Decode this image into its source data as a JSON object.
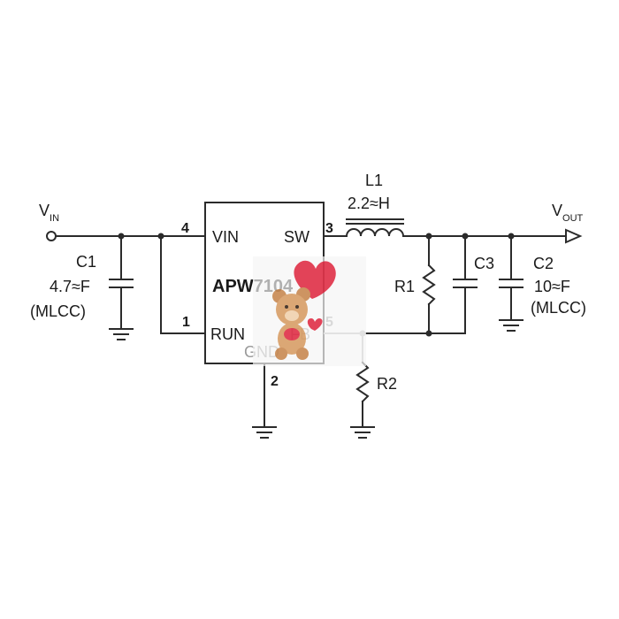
{
  "ic": {
    "part": "APW7104",
    "pins": {
      "vin": "VIN",
      "sw": "SW",
      "run": "RUN",
      "fb": "FB",
      "gnd": "GND"
    },
    "pin_numbers": {
      "vin": "4",
      "sw": "3",
      "run": "1",
      "fb": "5",
      "gnd": "2"
    }
  },
  "nets": {
    "vin": {
      "main": "V",
      "sub": "IN"
    },
    "vout": {
      "main": "V",
      "sub": "OUT"
    }
  },
  "components": {
    "c1": {
      "name": "C1",
      "value": "4.7≈F",
      "type": "(MLCC)"
    },
    "l1": {
      "name": "L1",
      "value": "2.2≈H"
    },
    "r1": {
      "name": "R1"
    },
    "r2": {
      "name": "R2"
    },
    "c3": {
      "name": "C3"
    },
    "c2": {
      "name": "C2",
      "value": "10≈F",
      "type": "(MLCC)"
    }
  },
  "overlay": {
    "icon": "teddy-bear-heart-sticker"
  }
}
